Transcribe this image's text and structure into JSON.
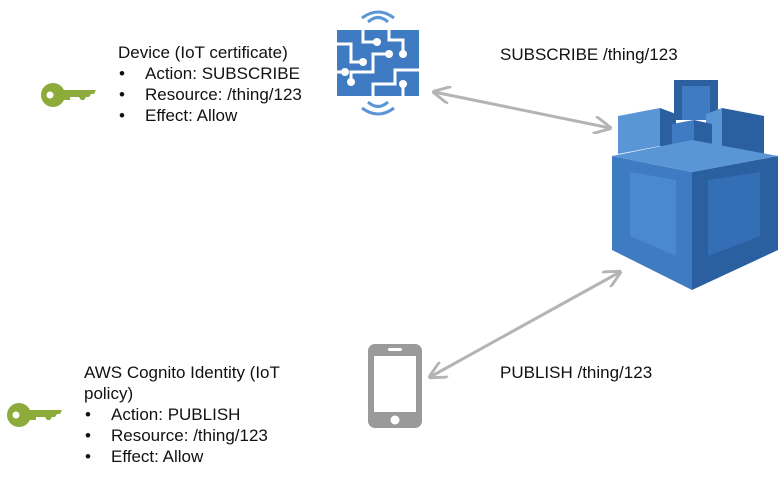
{
  "device_block": {
    "title": "Device (IoT certificate)",
    "bullets": [
      "Action: SUBSCRIBE",
      "Resource: /thing/123",
      "Effect: Allow"
    ]
  },
  "cognito_block": {
    "title_line1": "AWS Cognito Identity (IoT",
    "title_line2": "policy)",
    "bullets": [
      "Action: PUBLISH",
      "Resource: /thing/123",
      "Effect: Allow"
    ]
  },
  "connections": {
    "subscribe_label": "SUBSCRIBE /thing/123",
    "publish_label": "PUBLISH /thing/123"
  },
  "colors": {
    "key_green": "#8cab3a",
    "aws_blue": "#3e7bc3",
    "aws_blue_dark": "#2a5fa0",
    "aws_blue_light": "#5a96d6",
    "phone_gray": "#9a9a9a",
    "arrow_gray": "#b4b4b4",
    "text": "#111111"
  },
  "icons": {
    "device_key": "key-icon",
    "cognito_key": "key-icon",
    "iot_device": "iot-device-icon",
    "mobile": "mobile-phone-icon",
    "aws_iot": "aws-iot-castle-icon"
  }
}
